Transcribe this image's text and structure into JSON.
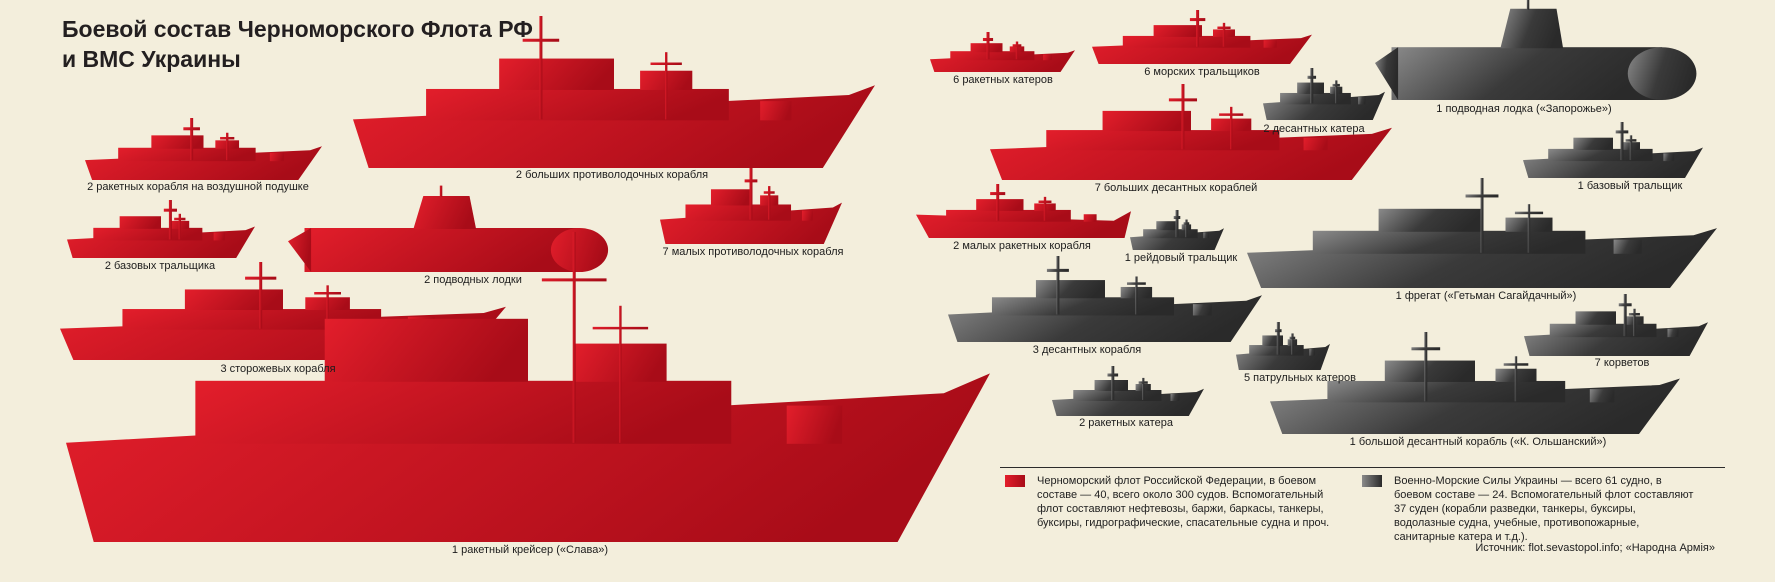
{
  "title": {
    "line1": "Боевой состав Черноморского Флота РФ",
    "line2": "и ВМС Украины"
  },
  "colors": {
    "background": "#f3eedc",
    "russia_dark": "#a80c18",
    "russia_light": "#e31e2b",
    "ukraine_dark": "#333333",
    "ukraine_light": "#8a8a8a"
  },
  "russia": {
    "vessels": [
      {
        "key": "rk-hover",
        "label": "2 ракетных корабля на воздушной подушке"
      },
      {
        "key": "bpk",
        "label": "2 больших противолодочных корабля"
      },
      {
        "key": "bt",
        "label": "2 базовых тральщика"
      },
      {
        "key": "sub",
        "label": "2 подводных лодки"
      },
      {
        "key": "mpk",
        "label": "7 малых противолодочных корабля"
      },
      {
        "key": "skr",
        "label": "3 сторожевых корабля"
      },
      {
        "key": "kr",
        "label": "1 ракетный крейсер («Слава»)"
      },
      {
        "key": "rka",
        "label": "6 ракетных катеров"
      },
      {
        "key": "mt",
        "label": "6 морских тральщиков"
      },
      {
        "key": "bdk",
        "label": "7 больших десантных кораблей"
      },
      {
        "key": "mrk",
        "label": "2 малых ракетных корабля"
      }
    ]
  },
  "ukraine": {
    "vessels": [
      {
        "key": "ua-sub",
        "label": "1 подводная лодка («Запорожье»)"
      },
      {
        "key": "ua-dka",
        "label": "2 десантных катера"
      },
      {
        "key": "ua-bt",
        "label": "1 базовый тральщик"
      },
      {
        "key": "ua-rt",
        "label": "1 рейдовый тральщик"
      },
      {
        "key": "ua-frigate",
        "label": "1 фрегат («Гетьман Сагайдачный»)"
      },
      {
        "key": "ua-dk",
        "label": "3 десантных корабля"
      },
      {
        "key": "ua-pka",
        "label": "5 патрульных катеров"
      },
      {
        "key": "ua-corvette",
        "label": "7 корветов"
      },
      {
        "key": "ua-rka",
        "label": "2 ракетных катера"
      },
      {
        "key": "ua-bdk",
        "label": "1 большой десантный корабль («К. Ольшанский»)"
      }
    ]
  },
  "legend": {
    "russia": "Черноморский флот Российской Федерации, в боевом составе — 40, всего около 300 судов. Вспомогательный флот составляют нефтевозы, баржи, баркасы, танкеры, буксиры, гидрографические, спасательные судна и проч.",
    "ukraine": "Военно-Морские Силы Украины — всего 61 судно, в боевом составе — 24. Вспомогательный флот составляют 37 суден (корабли разведки, танкеры, буксиры, водолазные судна, учебные, противопожарные, санитарные катера и т.д.)."
  },
  "source": "Источник: flot.sevastopol.info; «Народна Армія»"
}
